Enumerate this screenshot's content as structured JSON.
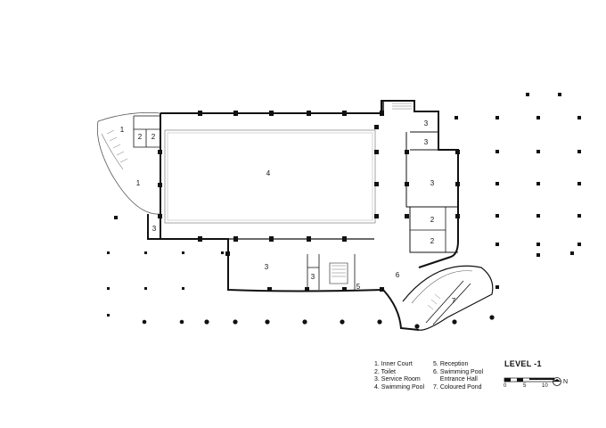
{
  "plan": {
    "level_title": "LEVEL -1",
    "room_labels": {
      "inner_court_a": "1",
      "inner_court_b": "1",
      "toilet_a": "2",
      "toilet_b": "2",
      "toilet_c": "2",
      "toilet_d": "2",
      "service_a": "3",
      "service_b": "3",
      "service_c": "3",
      "service_d": "3",
      "service_e": "3",
      "service_f": "3",
      "pool": "4",
      "reception": "5",
      "entrance_hall": "6",
      "pond": "7"
    },
    "legend_col1": [
      "1. Inner Court",
      "2. Toilet",
      "3. Service Room",
      "4. Swimming Pool"
    ],
    "legend_col2": [
      "5. Reception",
      "6. Swimming Pool",
      "    Entrance Hall",
      "7. Coloured Pond"
    ],
    "scale": {
      "zero": "0",
      "five": "5",
      "ten": "10"
    },
    "north": {
      "label": "N",
      "icon": "north-arrow-icon"
    }
  }
}
